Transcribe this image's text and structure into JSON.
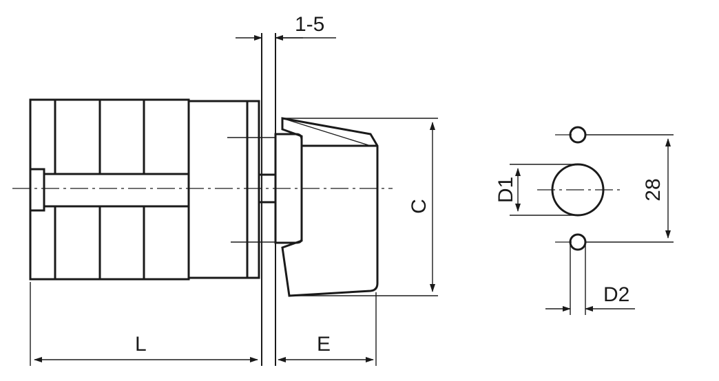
{
  "labels": {
    "gap": "1-5",
    "length": "L",
    "depth": "E",
    "height": "C",
    "hole_diameter": "D1",
    "pin_diameter": "D2",
    "pitch": "28"
  }
}
